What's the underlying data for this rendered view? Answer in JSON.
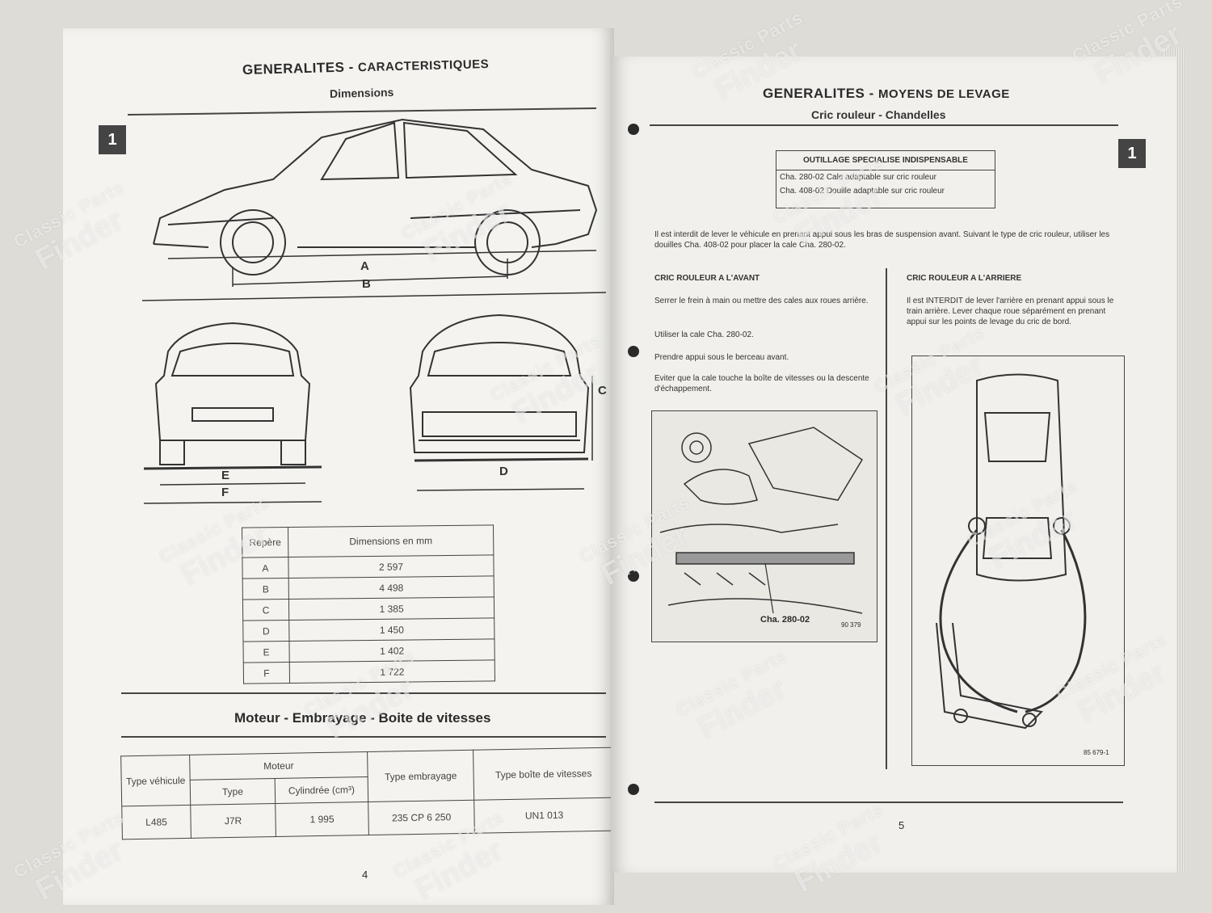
{
  "left_page": {
    "title_main": "GENERALITES - ",
    "title_sub": "CARACTERISTIQUES",
    "subtitle": "Dimensions",
    "tab_number": "1",
    "dim_labels": [
      "A",
      "B",
      "C",
      "D",
      "E",
      "F"
    ],
    "table": {
      "header": [
        "Repère",
        "Dimensions en mm"
      ],
      "rows": [
        [
          "A",
          "2 597"
        ],
        [
          "B",
          "4 498"
        ],
        [
          "C",
          "1 385"
        ],
        [
          "D",
          "1 450"
        ],
        [
          "E",
          "1 402"
        ],
        [
          "F",
          "1 722"
        ]
      ]
    },
    "section2_title": "Moteur - Embrayage - Boite de vitesses",
    "bottom_table": {
      "col_type_vehicule": "Type véhicule",
      "col_moteur": "Moteur",
      "col_type": "Type",
      "col_cylindree": "Cylindrée (cm³)",
      "col_embrayage": "Type embrayage",
      "col_boite": "Type boîte de vitesses",
      "row": [
        "L485",
        "J7R",
        "1 995",
        "235 CP 6 250",
        "UN1 013"
      ]
    },
    "page_number": "4"
  },
  "right_page": {
    "title_main": "GENERALITES - ",
    "title_sub": "MOYENS DE LEVAGE",
    "subtitle": "Cric rouleur - Chandelles",
    "tab_number": "1",
    "outillage_header": "OUTILLAGE SPECIALISE INDISPENSABLE",
    "outillage_rows": [
      [
        "Cha.",
        "280-02",
        "Cale adaptable sur cric rouleur"
      ],
      [
        "Cha.",
        "408-02",
        "Douille adaptable sur cric rouleur"
      ]
    ],
    "intro": "Il est interdit de lever le véhicule en prenant appui sous les bras de suspension avant. Suivant le type de cric rouleur, utiliser les douilles Cha. 408-02 pour placer la cale Cha. 280-02.",
    "avant_title": "CRIC ROULEUR A L'AVANT",
    "avant_p1": "Serrer le frein à main ou mettre des cales aux roues arrière.",
    "avant_p2": "Utiliser la cale Cha. 280-02.",
    "avant_p3": "Prendre appui sous le berceau avant.",
    "avant_p4": "Eviter que la cale touche la boîte de vitesses ou la descente d'échappement.",
    "fig_label": "Cha. 280-02",
    "fig_ref": "90 379",
    "arriere_title": "CRIC ROULEUR A L'ARRIERE",
    "arriere_p1": "Il est INTERDIT de lever l'arrière en prenant appui sous le train arrière. Lever chaque roue séparément en prenant appui sur les points de levage du cric de bord.",
    "fig2_ref": "85 679-1",
    "page_number": "5"
  },
  "watermark": {
    "line1": "Classic Parts",
    "line2": "Finder"
  },
  "colors": {
    "paper": "#f4f3ef",
    "ink": "#444444",
    "background": "#dedcd6"
  }
}
